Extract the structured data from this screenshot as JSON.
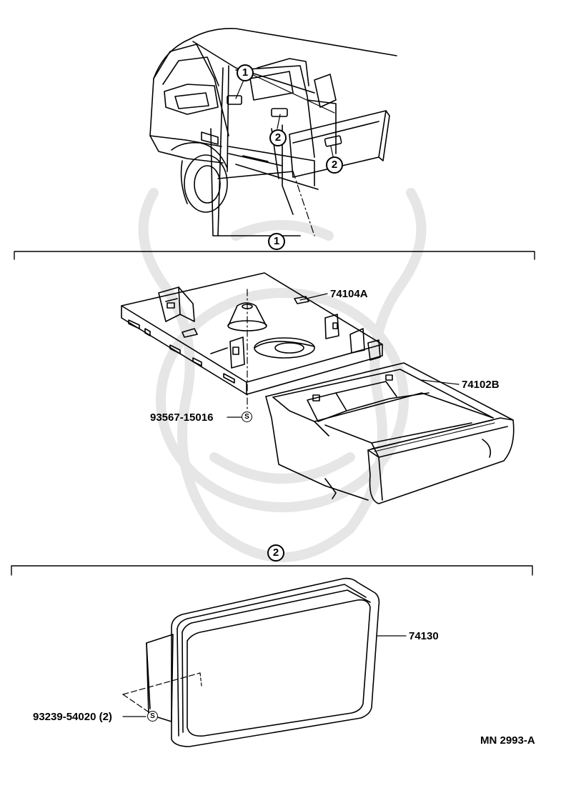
{
  "callouts": {
    "one": "1",
    "two": "2",
    "s": "S"
  },
  "sections": [
    {
      "marker": "1"
    },
    {
      "marker": "2"
    }
  ],
  "parts": {
    "p74104A": "74104A",
    "p74102B": "74102B",
    "p93567": "93567-15016",
    "p74130": "74130",
    "p93239": "93239-54020 (2)"
  },
  "diagram_code": "MN 2993-A",
  "colors": {
    "line": "#000000",
    "watermark": "#e6e6e6",
    "background": "#ffffff"
  }
}
